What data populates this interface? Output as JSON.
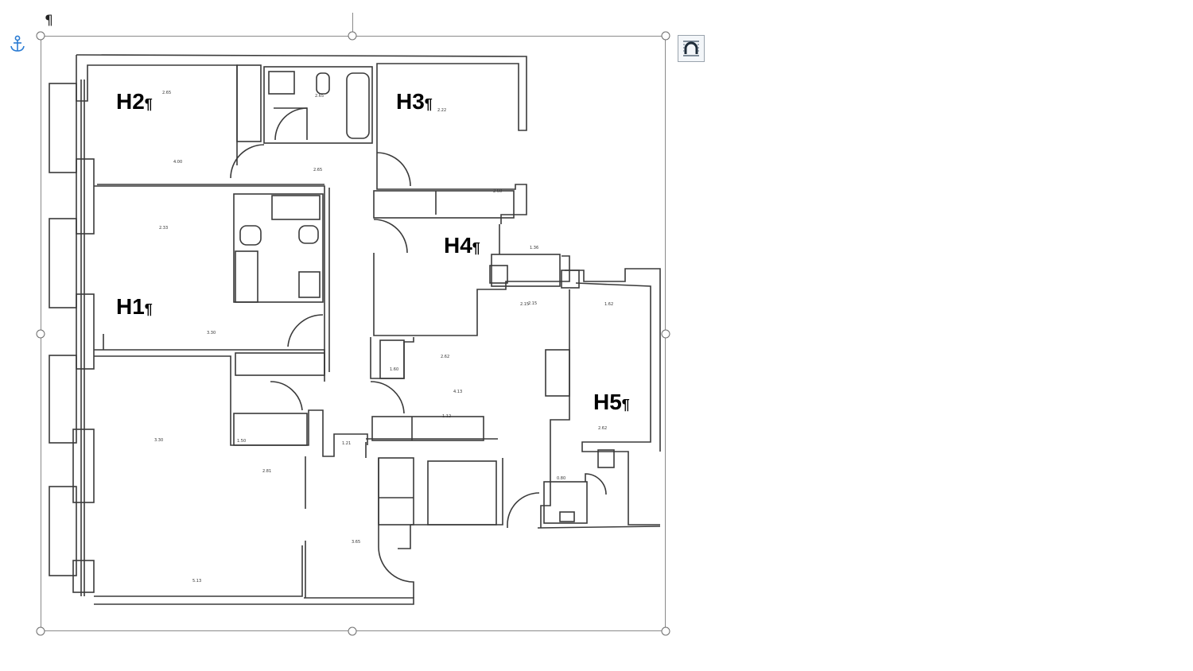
{
  "document": {
    "paragraph_mark_top": "¶"
  },
  "image": {
    "description_icon_anchor": "anchor-icon",
    "layout_options_icon": "layout-options-icon"
  },
  "rooms": [
    {
      "id": "h1",
      "label": "H1",
      "mark": "¶"
    },
    {
      "id": "h2",
      "label": "H2",
      "mark": "¶"
    },
    {
      "id": "h3",
      "label": "H3",
      "mark": "¶"
    },
    {
      "id": "h4",
      "label": "H4",
      "mark": "¶"
    },
    {
      "id": "h5",
      "label": "H5",
      "mark": "¶"
    }
  ],
  "colors": {
    "anchor": "#2b7cd3",
    "frame": "#8a8a8a",
    "wall": "#3a3a3a"
  }
}
